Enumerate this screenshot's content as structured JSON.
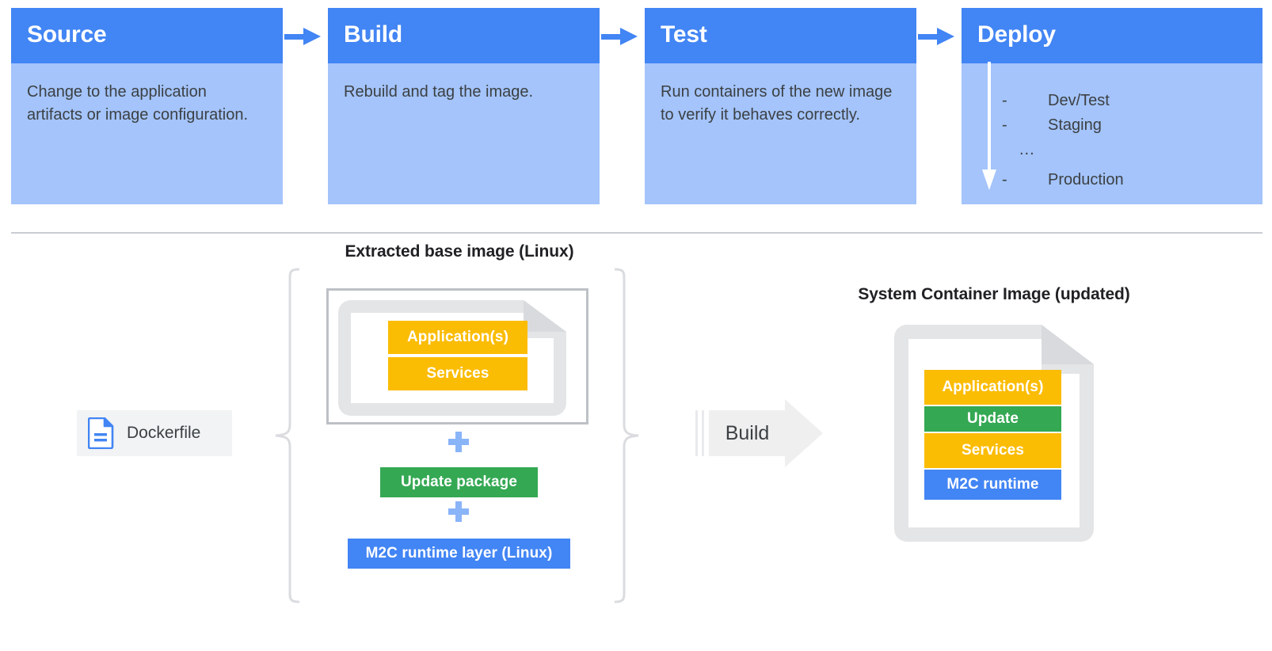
{
  "pipeline": {
    "stages": [
      {
        "title": "Source",
        "description": "Change to the application artifacts or image configuration."
      },
      {
        "title": "Build",
        "description": "Rebuild and tag the image."
      },
      {
        "title": "Test",
        "description": "Run containers of the new image to verify it behaves correctly."
      },
      {
        "title": "Deploy",
        "description": ""
      }
    ],
    "deploy_environments": [
      {
        "marker": "-",
        "name": "Dev/Test"
      },
      {
        "marker": "-",
        "name": "Staging"
      },
      {
        "marker": "...",
        "name": ""
      },
      {
        "marker": "-",
        "name": "Production"
      }
    ],
    "arrow_icon": "arrow-right-icon",
    "deploy_flow_icon": "arrow-down-icon"
  },
  "diagram": {
    "dockerfile": {
      "label": "Dockerfile",
      "icon": "document-icon"
    },
    "extracted": {
      "label": "Extracted base image (Linux)",
      "layers": [
        {
          "label": "Application(s)",
          "color": "#fbbc04"
        },
        {
          "label": "Services",
          "color": "#fbbc04"
        }
      ],
      "plus_icon": "plus-icon",
      "update_package": {
        "label": "Update package",
        "color": "#34a853"
      },
      "m2c_runtime": {
        "label": "M2C runtime layer (Linux)",
        "color": "#4285f4"
      }
    },
    "build_arrow": {
      "label": "Build",
      "icon": "arrow-right-block-icon"
    },
    "system_container_image": {
      "label": "System Container Image (updated)",
      "layers": [
        {
          "label": "Application(s)",
          "color": "#fbbc04"
        },
        {
          "label": "Update",
          "color": "#34a853"
        },
        {
          "label": "Services",
          "color": "#fbbc04"
        },
        {
          "label": "M2C runtime",
          "color": "#4285f4"
        }
      ]
    },
    "brace_icon": "curly-brace-icon",
    "divider_icon": "horizontal-divider"
  },
  "colors": {
    "header_blue": "#4285f4",
    "body_blue": "#a4c4fb",
    "yellow": "#fbbc04",
    "green": "#34a853",
    "blue": "#4285f4",
    "plus_blue": "#8ab4f8",
    "gray_frame": "#e1e3e5",
    "gray_arrow": "#efefef",
    "divider": "#c9cdd3",
    "text_dark": "#3c4043"
  }
}
